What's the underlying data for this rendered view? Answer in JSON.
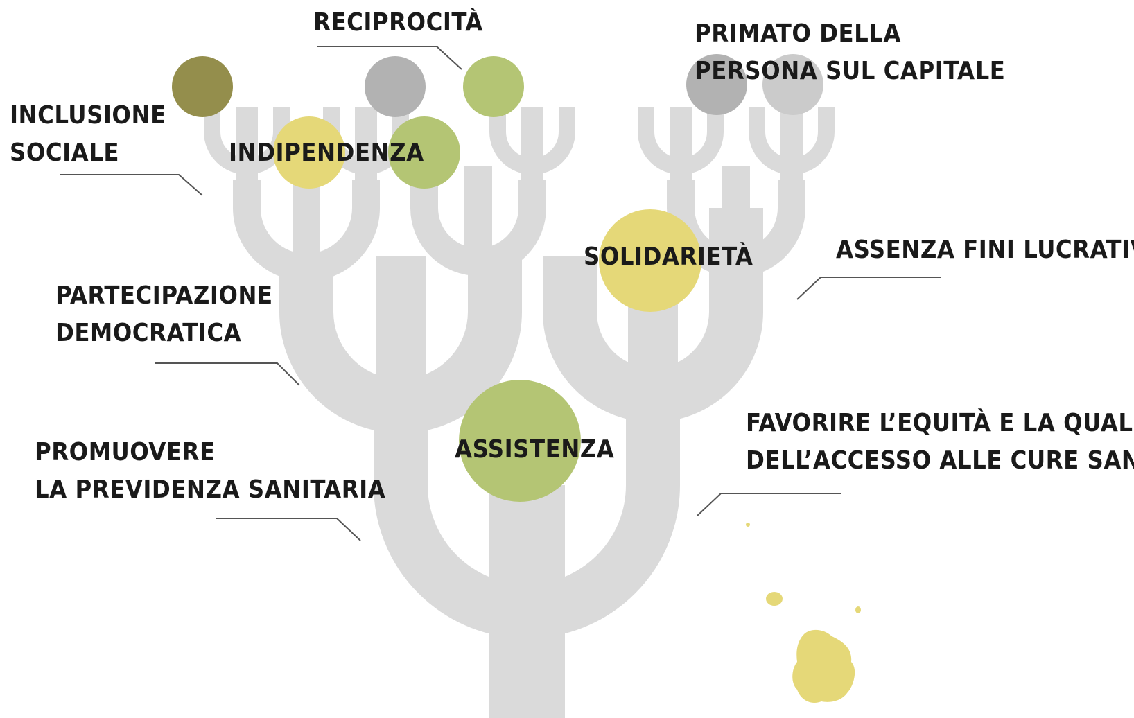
{
  "colors": {
    "branch": "#dadada",
    "leader": "#555555",
    "olive": "#948e4c",
    "green": "#b4c574",
    "yellow": "#e5d878",
    "grey": "#b2b2b2",
    "light_grey": "#cbcbcb"
  },
  "labels": {
    "reciprocita": "Reciprocità",
    "primato_1": "Primato della",
    "primato_2": "persona sul capitale",
    "inclusione_1": "Inclusione",
    "inclusione_2": "sociale",
    "indipendenza": "Indipendenza",
    "solidarieta": "Solidarietà",
    "assenza": "Assenza fini lucrativi",
    "partecipazione_1": "Partecipazione",
    "partecipazione_2": "democratica",
    "assistenza": "Assistenza",
    "favorire_1": "Favorire l’equità e la qualità",
    "favorire_2": "dell’accesso alle cure sanitarie",
    "promuovere_1": "Promuovere",
    "promuovere_2": "la previdenza sanitaria"
  }
}
